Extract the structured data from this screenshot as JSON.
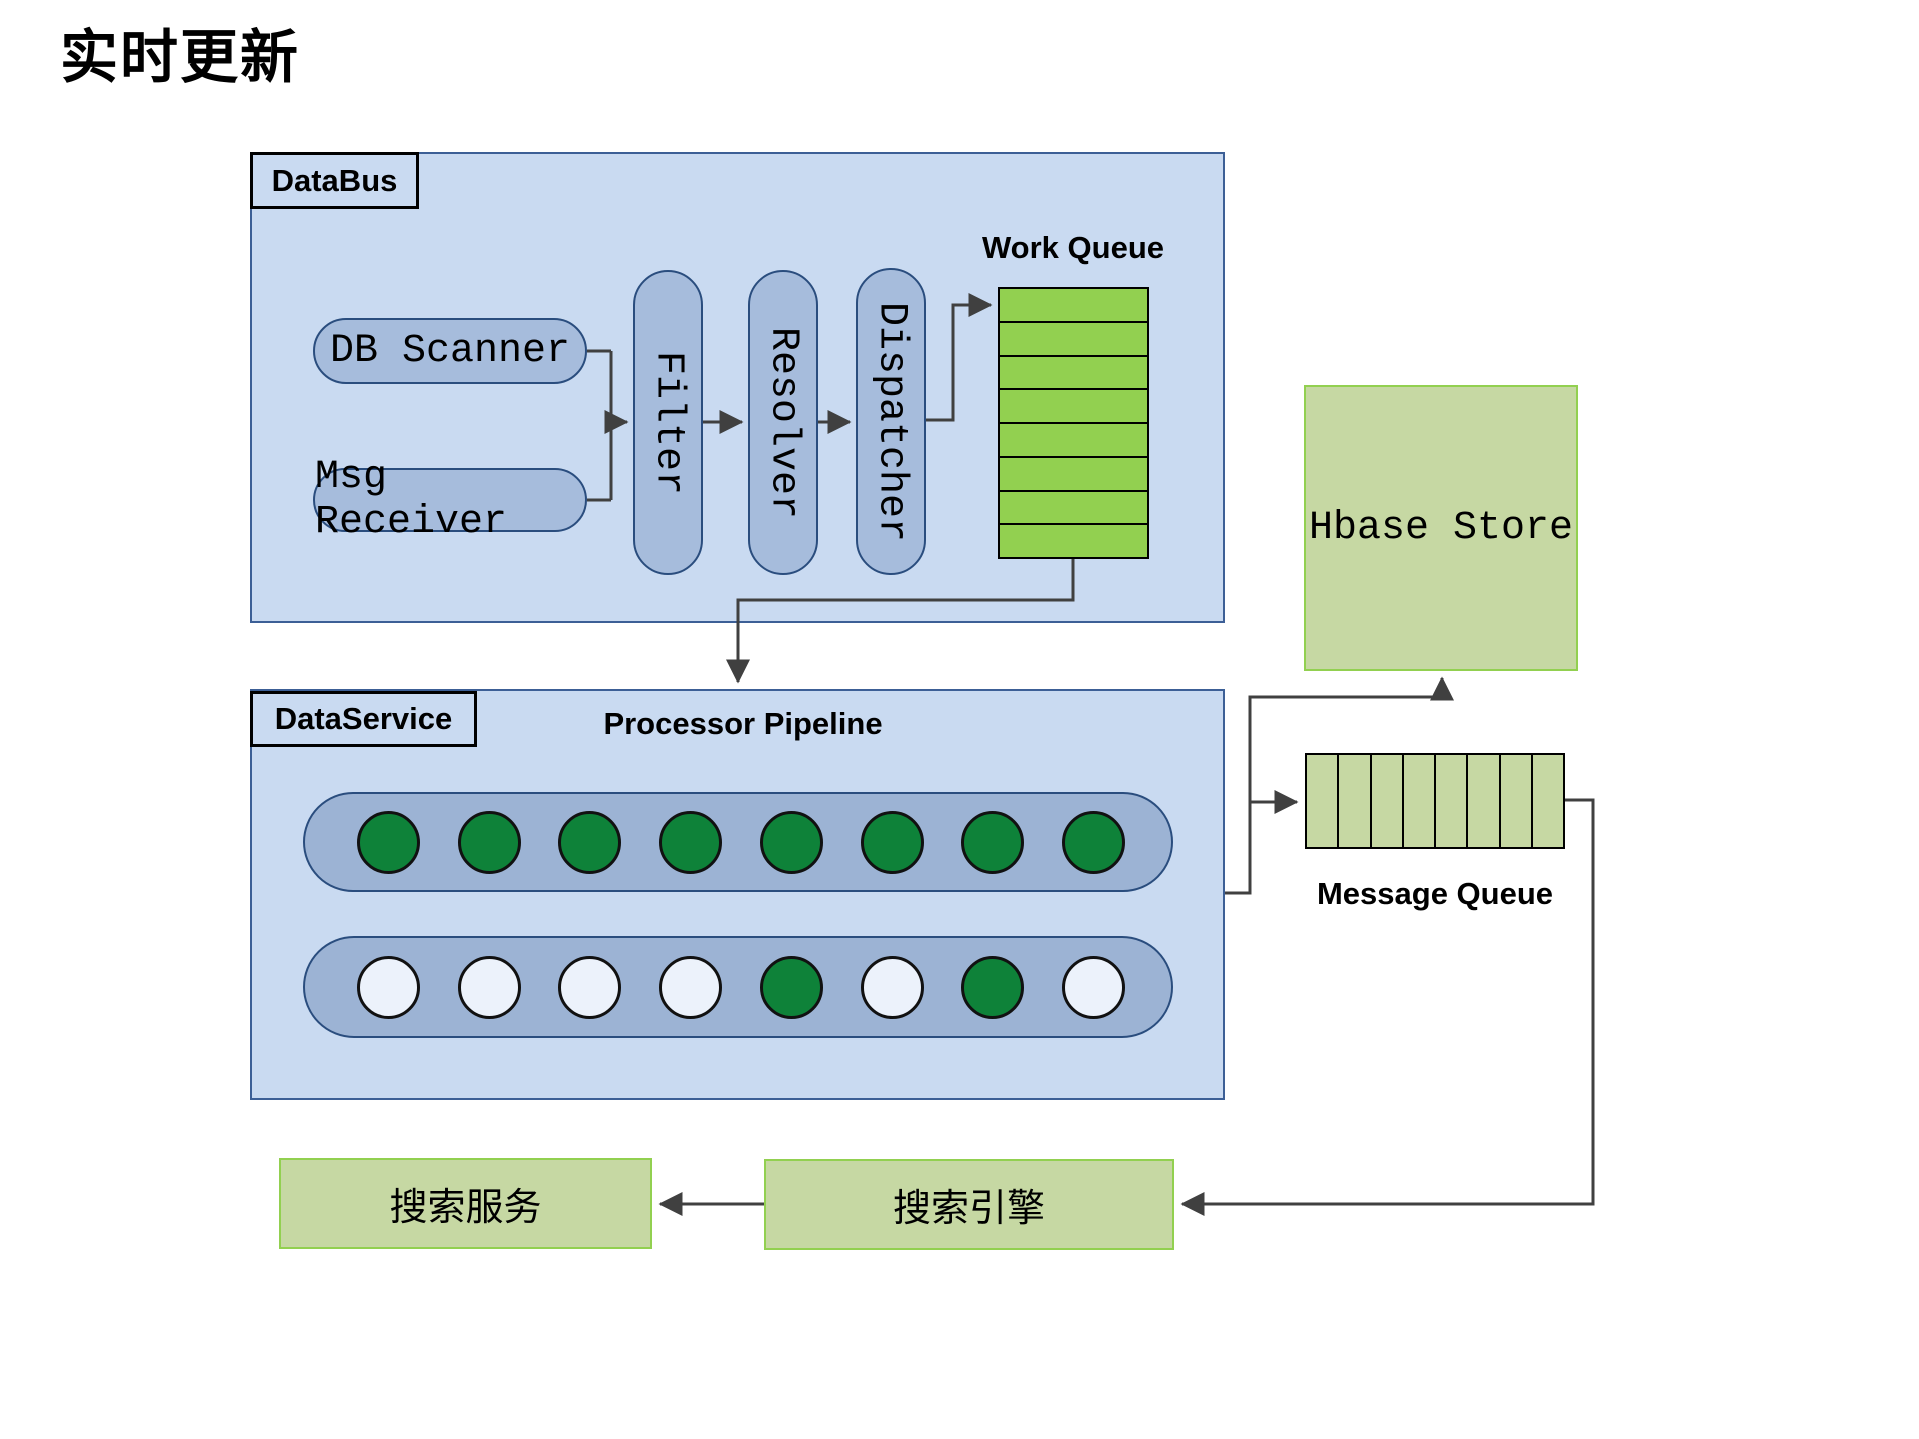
{
  "title": "实时更新",
  "colors": {
    "panel_fill": "#c9daf1",
    "panel_border": "#3c5f96",
    "label_border": "#000000",
    "pill_fill": "#a6bcdc",
    "pill_border": "#2a4d7e",
    "row_fill": "#9cb3d4",
    "queue_green": "#92d050",
    "cell_border": "#000000",
    "sage_fill": "#c6d8a3",
    "sage_border": "#92d050",
    "dot_green": "#0e8239",
    "dot_white": "#ecf2fb",
    "line": "#404040",
    "text": "#000000"
  },
  "databus": {
    "label": "DataBus",
    "nodes": {
      "db_scanner": "DB Scanner",
      "msg_receiver": "Msg Receiver",
      "filter": "Filter",
      "resolver": "Resolver",
      "dispatcher": "Dispatcher"
    },
    "work_queue": {
      "label": "Work Queue",
      "rows": 8
    }
  },
  "dataservice": {
    "label": "DataService",
    "pipeline_label": "Processor Pipeline",
    "rows": [
      {
        "dots": [
          "on",
          "on",
          "on",
          "on",
          "on",
          "on",
          "on",
          "on"
        ]
      },
      {
        "dots": [
          "off",
          "off",
          "off",
          "off",
          "on",
          "off",
          "on",
          "off"
        ]
      }
    ]
  },
  "hbase": {
    "label": "Hbase Store"
  },
  "message_queue": {
    "label": "Message Queue",
    "cells": 8
  },
  "search_engine": {
    "label": "搜索引擎"
  },
  "search_service": {
    "label": "搜索服务"
  }
}
